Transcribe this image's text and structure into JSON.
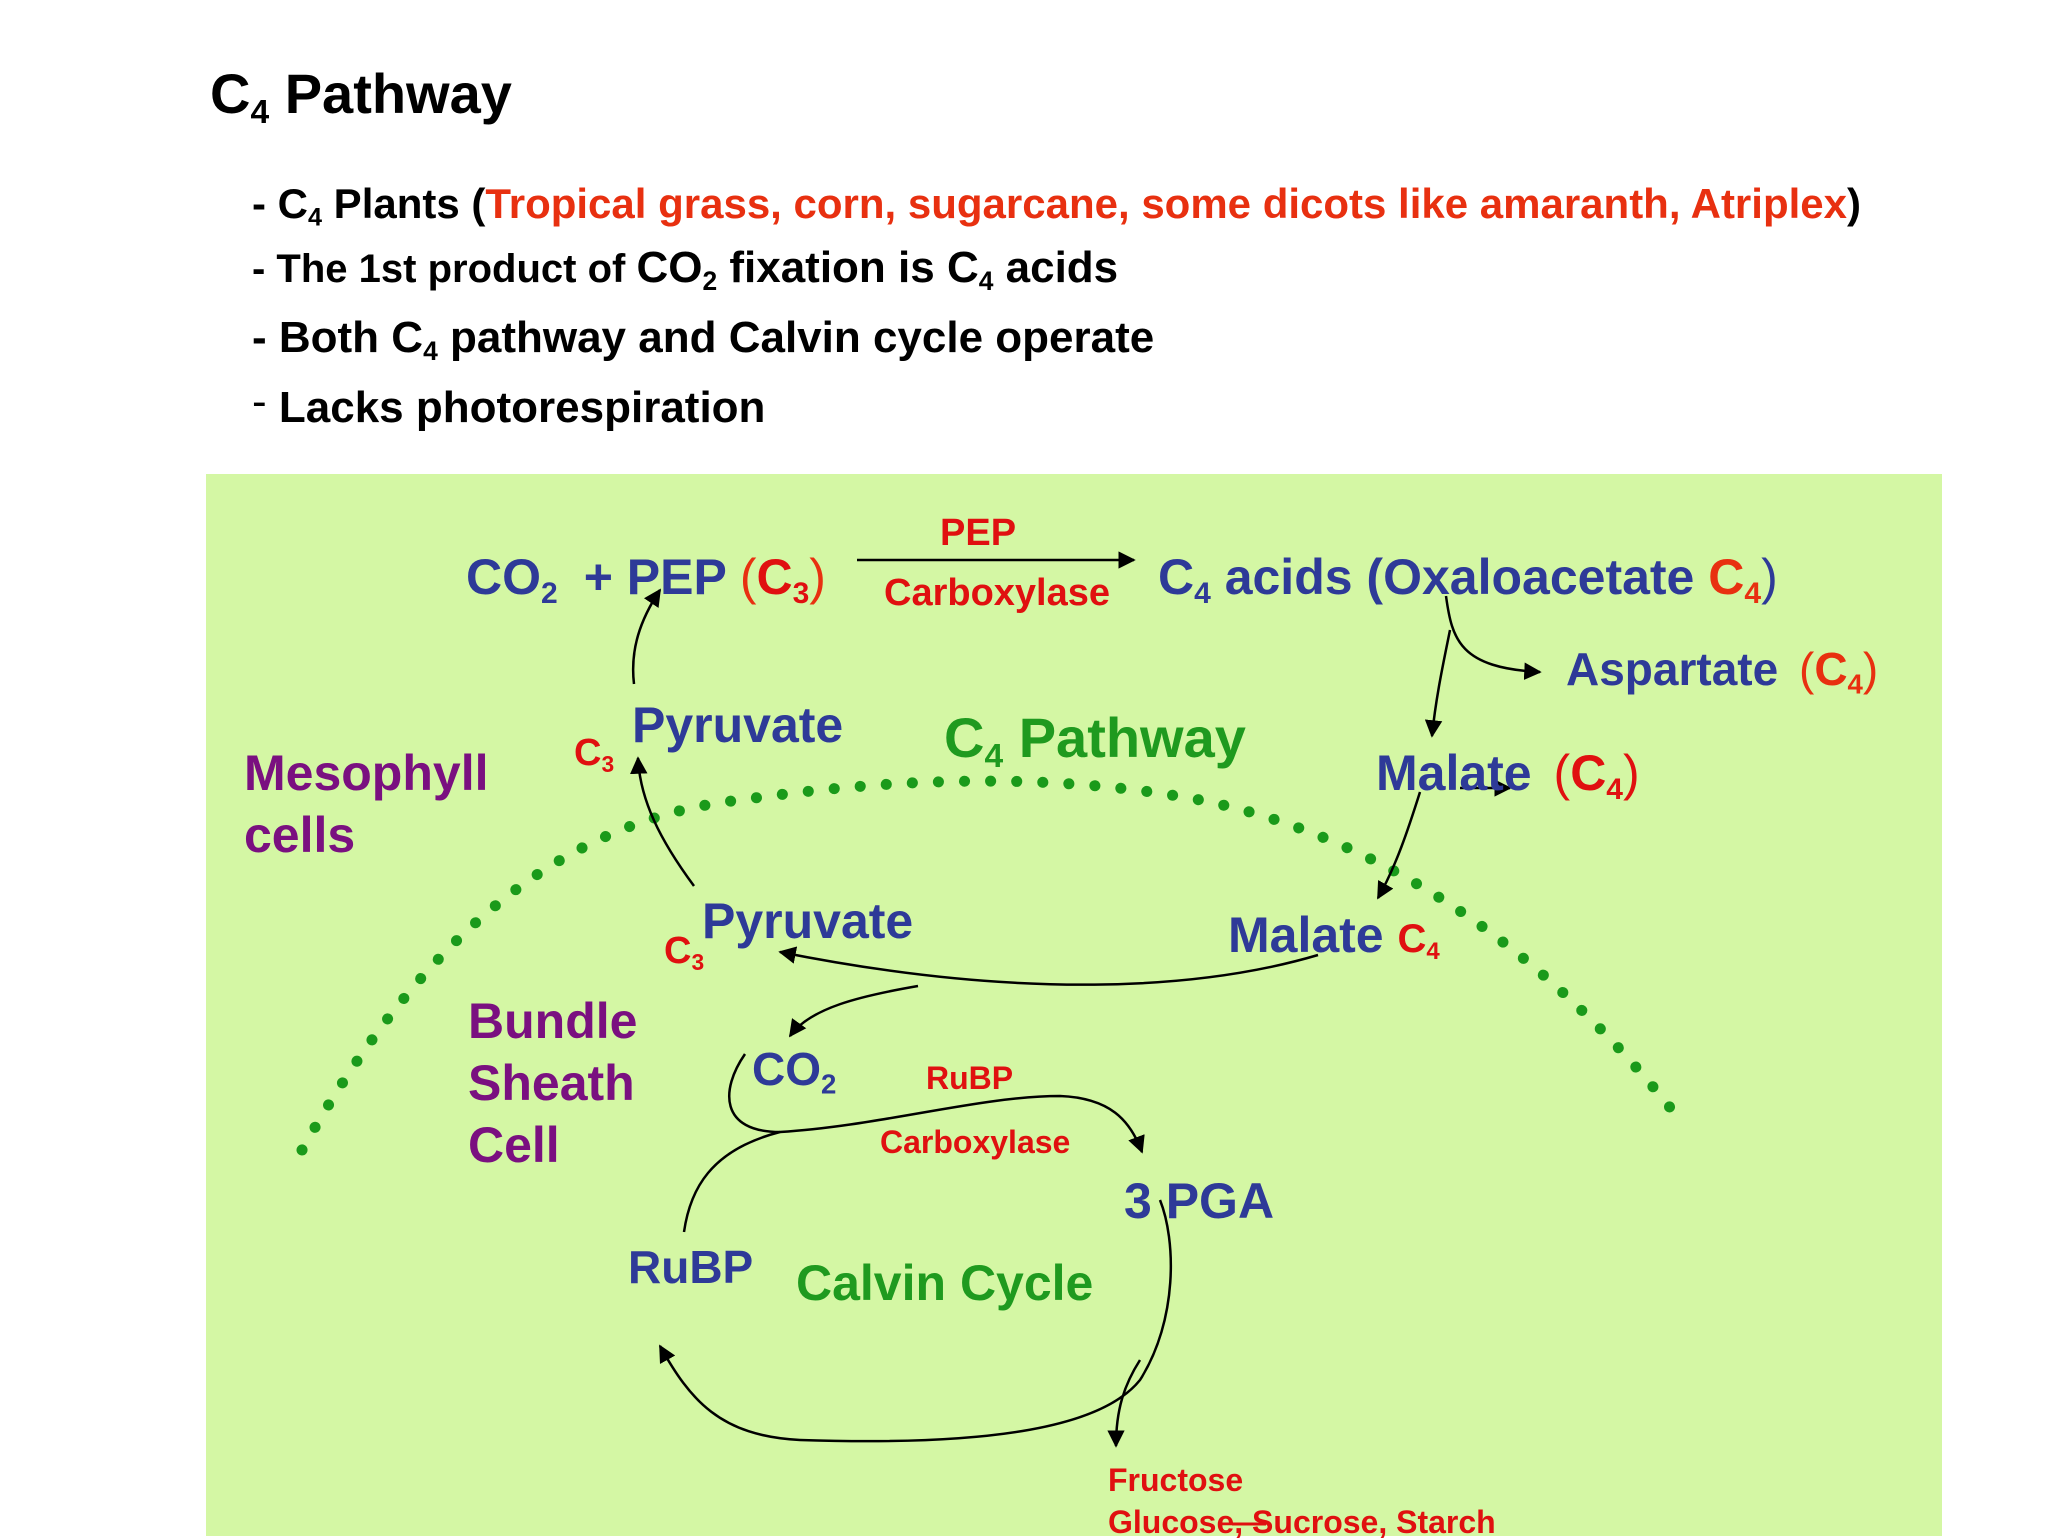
{
  "slide": {
    "title_main": "C",
    "title_sub": "4",
    "title_rest": " Pathway"
  },
  "bullets": {
    "b1_pre": "- C",
    "b1_sub": "4",
    "b1_mid": " Plants (",
    "b1_red": "Tropical grass, corn, sugarcane, some dicots like amaranth, Atriplex",
    "b1_end": ")",
    "b2_pre": "- The 1st product of ",
    "b2_co": "CO",
    "b2_sub": "2",
    "b2_mid": " fixation is C",
    "b2_sub2": "4",
    "b2_end": " acids",
    "b3_pre": "- Both C",
    "b3_sub": "4",
    "b3_end": " pathway and Calvin cycle operate",
    "b4_dash": "-",
    "b4_text": " Lacks photorespiration"
  },
  "diagram": {
    "co2_top": "CO",
    "co2_top_sub": "2",
    "plus_pep": "+ PEP",
    "c3_paren_open": "(",
    "c3_a": "C",
    "c3_a_sub": "3",
    "c3_paren_close": ")",
    "enzyme1_top": "PEP",
    "enzyme1_bottom": "Carboxylase",
    "c4acids_c": "C",
    "c4acids_sub": "4",
    "c4acids_rest": " acids (Oxaloacetate ",
    "oxa_c": "C",
    "oxa_sub": "4",
    "oxa_close": ")",
    "aspartate": "Aspartate",
    "asp_open": "(",
    "asp_c": "C",
    "asp_sub": "4",
    "asp_close": ")",
    "pyruvate_upper": "Pyruvate",
    "c3_upper": "C",
    "c3_upper_sub": "3",
    "c4_pathway_c": "C",
    "c4_pathway_sub": "4",
    "c4_pathway_rest": " Pathway",
    "malate_upper": "Malate",
    "malate_upper_open": "(",
    "malate_upper_c": "C",
    "malate_upper_sub": "4",
    "malate_upper_close": ")",
    "mesophyll_1": "Mesophyll",
    "mesophyll_2": "cells",
    "pyruvate_lower": "Pyruvate",
    "c3_lower": "C",
    "c3_lower_sub": "3",
    "malate_lower": "Malate",
    "malate_lower_c": "C",
    "malate_lower_sub": "4",
    "bundle_1": "Bundle",
    "bundle_2": "Sheath",
    "bundle_3": "Cell",
    "co2_lower": "CO",
    "co2_lower_sub": "2",
    "rubisco_top": "RuBP",
    "rubisco_bottom": "Carboxylase",
    "pga": "3 PGA",
    "rubp": "RuBP",
    "calvin": "Calvin Cycle",
    "products_1": "Fructose",
    "products_2": "Glucose, Sucrose, Starch"
  },
  "colors": {
    "panel": "#d4f7a4",
    "blue_text": "#2e3a98",
    "red_text": "#e01010",
    "orange_red": "#e83010",
    "green_text": "#1f9a1f",
    "purple_text": "#7a1080",
    "dotted_boundary": "#1a9a1a"
  }
}
